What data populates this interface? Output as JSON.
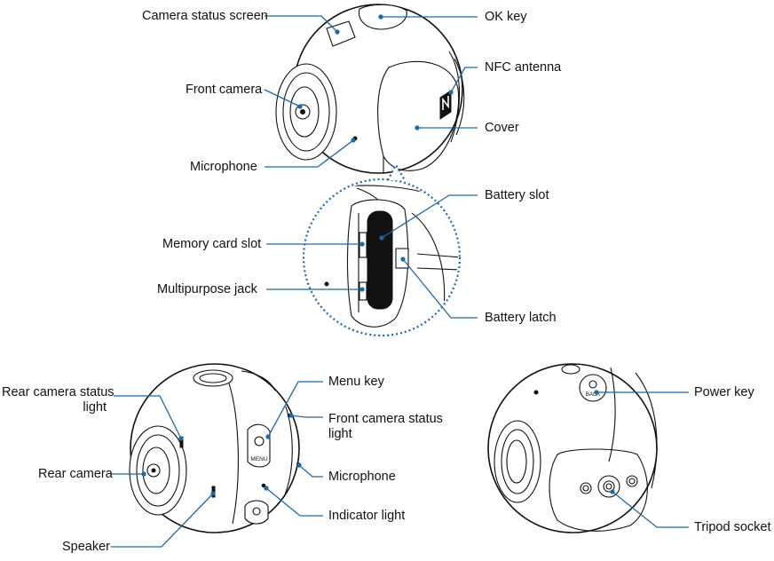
{
  "labels": {
    "camera_status_screen": "Camera status screen",
    "ok_key": "OK key",
    "nfc_antenna": "NFC antenna",
    "front_camera": "Front camera",
    "cover": "Cover",
    "microphone_top": "Microphone",
    "battery_slot": "Battery slot",
    "memory_card_slot": "Memory card slot",
    "multipurpose_jack": "Multipurpose jack",
    "battery_latch": "Battery latch",
    "rear_camera_status_light_1": "Rear camera status",
    "rear_camera_status_light_2": "light",
    "rear_camera": "Rear camera",
    "speaker": "Speaker",
    "menu_key": "Menu key",
    "front_camera_status_light_1": "Front camera status",
    "front_camera_status_light_2": "light",
    "microphone_bottom": "Microphone",
    "indicator_light": "Indicator light",
    "power_key": "Power key",
    "tripod_socket": "Tripod socket"
  },
  "key_marks": {
    "menu": "MENU",
    "back": "BACK"
  },
  "colors": {
    "leader_line": "#1a6aa6",
    "outline": "#111111"
  }
}
